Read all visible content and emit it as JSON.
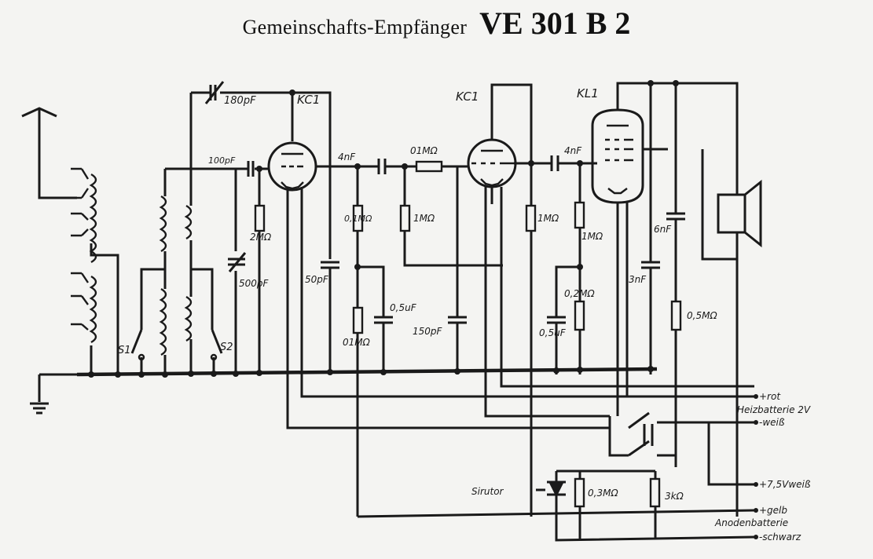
{
  "title": {
    "subtitle": "Gemeinschafts-Empfänger",
    "model": "VE 301 B 2"
  },
  "tubes": {
    "tube1": "KC1",
    "tube2": "KC1",
    "tube3": "KL1"
  },
  "components": {
    "c_180pf": "180pF",
    "c_100pf": "100pF",
    "r_2mohm": "2MΩ",
    "c_500pf": "500pF",
    "c_50pf": "50pF",
    "c_4nf_a": "4nF",
    "r_01mohm_series": "01MΩ",
    "r_01mohm_a": "0,1MΩ",
    "r_1mohm_a": "1MΩ",
    "c_05uf_a": "0,5uF",
    "r_01mohm_b": "01MΩ",
    "c_150pf": "150pF",
    "r_1mohm_b": "1MΩ",
    "c_4nf_b": "4nF",
    "r_1mohm_c": "1MΩ",
    "r_02mohm": "0,2MΩ",
    "c_05uf_b": "0,5uF",
    "c_3nf": "3nF",
    "c_6nf": "6nF",
    "r_05mohm": "0,5MΩ",
    "r_03mohm": "0,3MΩ",
    "r_3kohm": "3kΩ"
  },
  "switches": {
    "s1": "S1",
    "s2": "S2"
  },
  "terminals": {
    "rot": "+rot",
    "heiz": "Heizbatterie 2V",
    "weiss": "-weiß",
    "v75": "+7,5Vweiß",
    "gelb": "+gelb",
    "anoden": "Anodenbatterie",
    "schwarz": "-schwarz"
  },
  "sirutor": "Sirutor"
}
